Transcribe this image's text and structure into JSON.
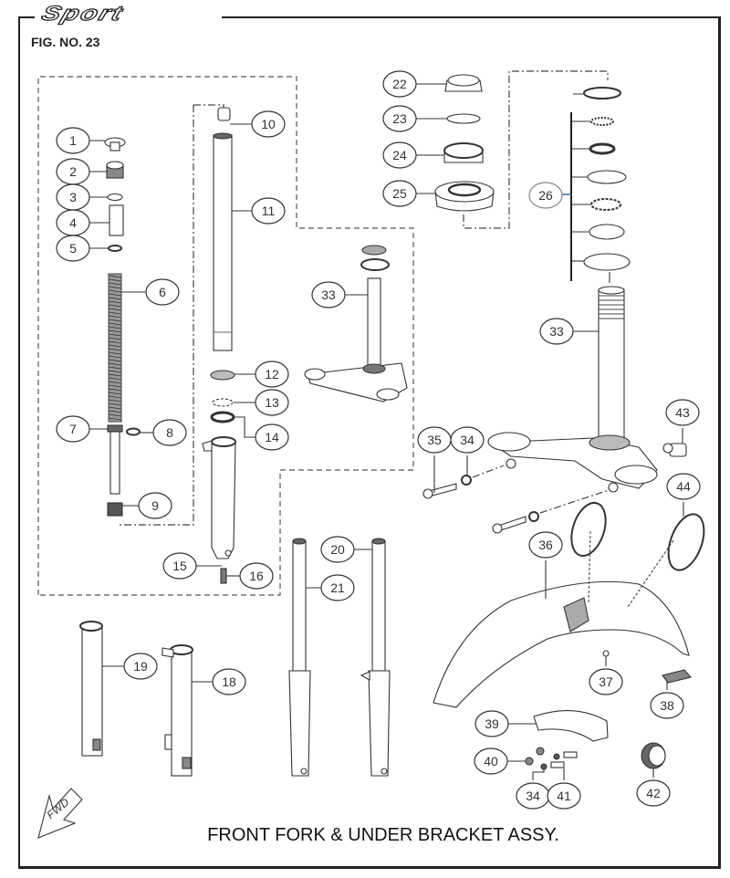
{
  "header": {
    "brand_logo": "Sport",
    "figure_number": "FIG. NO. 23"
  },
  "caption": "FRONT FORK & UNDER BRACKET ASSY.",
  "direction_indicator": "FWD",
  "accent_color": "#3a6fb0",
  "callouts": [
    {
      "id": "c1",
      "label": "1",
      "part": "fork-cap-bolt"
    },
    {
      "id": "c2",
      "label": "2",
      "part": "fork-cap-nut"
    },
    {
      "id": "c3",
      "label": "3",
      "part": "o-ring"
    },
    {
      "id": "c4",
      "label": "4",
      "part": "spacer-collar"
    },
    {
      "id": "c5",
      "label": "5",
      "part": "spring-seat-washer"
    },
    {
      "id": "c6",
      "label": "6",
      "part": "fork-spring"
    },
    {
      "id": "c7",
      "label": "7",
      "part": "piston-ring-seat"
    },
    {
      "id": "c8",
      "label": "8",
      "part": "piston-ring"
    },
    {
      "id": "c9",
      "label": "9",
      "part": "damper-lock"
    },
    {
      "id": "c10",
      "label": "10",
      "part": "inner-tube-bushing"
    },
    {
      "id": "c11",
      "label": "11",
      "part": "inner-tube"
    },
    {
      "id": "c12",
      "label": "12",
      "part": "dust-seal"
    },
    {
      "id": "c13",
      "label": "13",
      "part": "circlip"
    },
    {
      "id": "c14",
      "label": "14",
      "part": "oil-seal"
    },
    {
      "id": "c15",
      "label": "15",
      "part": "gasket-washer"
    },
    {
      "id": "c16",
      "label": "16",
      "part": "drain-bolt"
    },
    {
      "id": "c18",
      "label": "18",
      "part": "outer-tube-right"
    },
    {
      "id": "c19",
      "label": "19",
      "part": "outer-tube-left"
    },
    {
      "id": "c20",
      "label": "20",
      "part": "front-fork-right"
    },
    {
      "id": "c21",
      "label": "21",
      "part": "front-fork-left"
    },
    {
      "id": "c22",
      "label": "22",
      "part": "steering-stem-nut"
    },
    {
      "id": "c23",
      "label": "23",
      "part": "washer"
    },
    {
      "id": "c24",
      "label": "24",
      "part": "adjusting-nut"
    },
    {
      "id": "c25",
      "label": "25",
      "part": "dust-cover"
    },
    {
      "id": "c26",
      "label": "26",
      "part": "steering-bearing-set"
    },
    {
      "id": "c33a",
      "label": "33",
      "part": "under-bracket"
    },
    {
      "id": "c33b",
      "label": "33",
      "part": "under-bracket"
    },
    {
      "id": "c34a",
      "label": "34",
      "part": "washer"
    },
    {
      "id": "c34b",
      "label": "34",
      "part": "washer"
    },
    {
      "id": "c35",
      "label": "35",
      "part": "pinch-bolt"
    },
    {
      "id": "c36",
      "label": "36",
      "part": "front-fender"
    },
    {
      "id": "c37",
      "label": "37",
      "part": "clip"
    },
    {
      "id": "c38",
      "label": "38",
      "part": "reflector-holder"
    },
    {
      "id": "c39",
      "label": "39",
      "part": "fender-brace"
    },
    {
      "id": "c40",
      "label": "40",
      "part": "nut"
    },
    {
      "id": "c41",
      "label": "41",
      "part": "bolt"
    },
    {
      "id": "c42",
      "label": "42",
      "part": "grommet"
    },
    {
      "id": "c43",
      "label": "43",
      "part": "brake-hose-clamp"
    },
    {
      "id": "c44",
      "label": "44",
      "part": "reflector"
    }
  ]
}
